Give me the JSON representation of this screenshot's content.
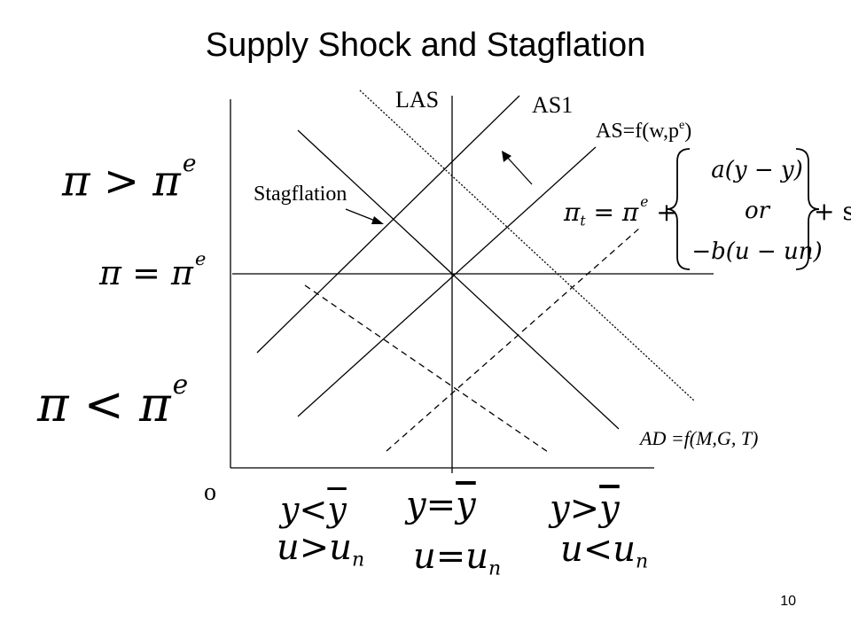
{
  "title": "Supply Shock and Stagflation",
  "curves": {
    "las": "LAS",
    "as1": "AS1",
    "as_base": "AS=f(w,p",
    "as_sup": "e",
    "as_close": ")",
    "ad": "AD =f(M,G, T)",
    "stagflation": "Stagflation"
  },
  "origin": "o",
  "y_labels": {
    "above": {
      "lhs": "π",
      "op": ">",
      "rhs": "π",
      "sup": "e"
    },
    "equal": {
      "lhs": "π",
      "op": "=",
      "rhs": "π",
      "sup": "e"
    },
    "below": {
      "lhs": "π",
      "op": "<",
      "rhs": "π",
      "sup": "e"
    }
  },
  "x_labels": {
    "left": {
      "y_lhs": "y",
      "y_op": "<",
      "y_rhs": "y",
      "u_lhs": "u",
      "u_op": ">",
      "u_rhs": "u",
      "u_sub": "n"
    },
    "middle": {
      "y_lhs": "y",
      "y_op": "=",
      "y_rhs": "y",
      "u_lhs": "u",
      "u_op": "=",
      "u_rhs": "u",
      "u_sub": "n"
    },
    "right": {
      "y_lhs": "y",
      "y_op": ">",
      "y_rhs": "y",
      "u_lhs": "u",
      "u_op": "<",
      "u_rhs": "u",
      "u_sub": "n"
    }
  },
  "equation": {
    "lhs": "π",
    "lhs_sub": "t",
    "eq": "= π",
    "eq_sup": "e",
    "plus": "+",
    "row1": "a(y − y)",
    "row2": "or",
    "row3": "−b(u − u",
    "row3_sub": "n",
    "row3_close": ")",
    "tail": "+ s"
  },
  "slide_number": "10"
}
